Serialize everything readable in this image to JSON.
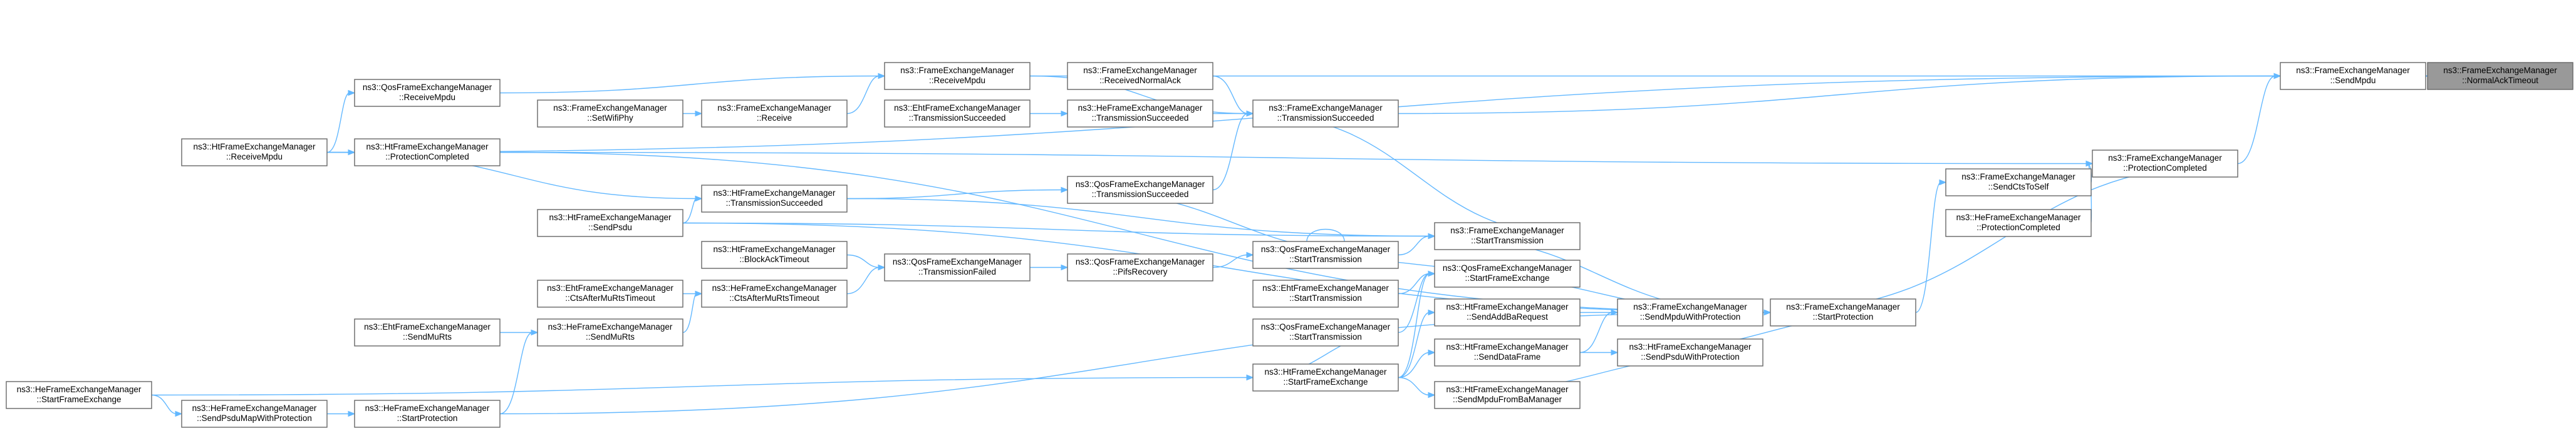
{
  "graph": {
    "nodes": [
      {
        "id": "n0",
        "lines": [
          "ns3::FrameExchangeManager",
          "::NormalAckTimeout"
        ],
        "highlight": true
      },
      {
        "id": "n1",
        "lines": [
          "ns3::FrameExchangeManager",
          "::SendMpdu"
        ]
      },
      {
        "id": "n2",
        "lines": [
          "ns3::FrameExchangeManager",
          "::TransmissionSucceeded"
        ]
      },
      {
        "id": "n3",
        "lines": [
          "ns3::FrameExchangeManager",
          "::ReceiveMpdu"
        ]
      },
      {
        "id": "n4",
        "lines": [
          "ns3::FrameExchangeManager",
          "::ReceivedNormalAck"
        ]
      },
      {
        "id": "n5",
        "lines": [
          "ns3::QosFrameExchangeManager",
          "::ReceiveMpdu"
        ]
      },
      {
        "id": "n6",
        "lines": [
          "ns3::FrameExchangeManager",
          "::Receive"
        ]
      },
      {
        "id": "n7",
        "lines": [
          "ns3::FrameExchangeManager",
          "::SetWifiPhy"
        ]
      },
      {
        "id": "n8",
        "lines": [
          "ns3::HtFrameExchangeManager",
          "::ReceiveMpdu"
        ]
      },
      {
        "id": "n9",
        "lines": [
          "ns3::HeFrameExchangeManager",
          "::TransmissionSucceeded"
        ]
      },
      {
        "id": "n10",
        "lines": [
          "ns3::EhtFrameExchangeManager",
          "::TransmissionSucceeded"
        ]
      },
      {
        "id": "n11",
        "lines": [
          "ns3::FrameExchangeManager",
          "::ProtectionCompleted"
        ]
      },
      {
        "id": "n12",
        "lines": [
          "ns3::HtFrameExchangeManager",
          "::ProtectionCompleted"
        ]
      },
      {
        "id": "n13",
        "lines": [
          "ns3::QosFrameExchangeManager",
          "::TransmissionSucceeded"
        ]
      },
      {
        "id": "n14",
        "lines": [
          "ns3::HtFrameExchangeManager",
          "::TransmissionSucceeded"
        ]
      },
      {
        "id": "n15",
        "lines": [
          "ns3::FrameExchangeManager",
          "::SendCtsToSelf"
        ]
      },
      {
        "id": "n16",
        "lines": [
          "ns3::HeFrameExchangeManager",
          "::ProtectionCompleted"
        ]
      },
      {
        "id": "n17",
        "lines": [
          "ns3::FrameExchangeManager",
          "::StartTransmission"
        ]
      },
      {
        "id": "n18",
        "lines": [
          "ns3::HtFrameExchangeManager",
          "::SendPsdu"
        ]
      },
      {
        "id": "n19",
        "lines": [
          "ns3::HtFrameExchangeManager",
          "::BlockAckTimeout"
        ]
      },
      {
        "id": "n20",
        "lines": [
          "ns3::QosFrameExchangeManager",
          "::TransmissionFailed"
        ]
      },
      {
        "id": "n21",
        "lines": [
          "ns3::QosFrameExchangeManager",
          "::PifsRecovery"
        ]
      },
      {
        "id": "n22",
        "lines": [
          "ns3::QosFrameExchangeManager",
          "::StartTransmission"
        ]
      },
      {
        "id": "n23",
        "lines": [
          "ns3::QosFrameExchangeManager",
          "::StartFrameExchange"
        ]
      },
      {
        "id": "n24",
        "lines": [
          "ns3::EhtFrameExchangeManager",
          "::StartTransmission"
        ]
      },
      {
        "id": "n25",
        "lines": [
          "ns3::EhtFrameExchangeManager",
          "::CtsAfterMuRtsTimeout"
        ]
      },
      {
        "id": "n26",
        "lines": [
          "ns3::HeFrameExchangeManager",
          "::CtsAfterMuRtsTimeout"
        ]
      },
      {
        "id": "n27",
        "lines": [
          "ns3::FrameExchangeManager",
          "::SendMpduWithProtection"
        ]
      },
      {
        "id": "n28",
        "lines": [
          "ns3::FrameExchangeManager",
          "::StartProtection"
        ]
      },
      {
        "id": "n29",
        "lines": [
          "ns3::HtFrameExchangeManager",
          "::SendAddBaRequest"
        ]
      },
      {
        "id": "n30",
        "lines": [
          "ns3::QosFrameExchangeManager",
          "::StartTransmission"
        ]
      },
      {
        "id": "n31",
        "lines": [
          "ns3::EhtFrameExchangeManager",
          "::SendMuRts"
        ]
      },
      {
        "id": "n32",
        "lines": [
          "ns3::HeFrameExchangeManager",
          "::SendMuRts"
        ]
      },
      {
        "id": "n33",
        "lines": [
          "ns3::HtFrameExchangeManager",
          "::SendDataFrame"
        ]
      },
      {
        "id": "n34",
        "lines": [
          "ns3::HtFrameExchangeManager",
          "::SendPsduWithProtection"
        ]
      },
      {
        "id": "n35",
        "lines": [
          "ns3::HeFrameExchangeManager",
          "::StartFrameExchange"
        ]
      },
      {
        "id": "n36",
        "lines": [
          "ns3::HtFrameExchangeManager",
          "::StartFrameExchange"
        ]
      },
      {
        "id": "n37",
        "lines": [
          "ns3::HtFrameExchangeManager",
          "::SendMpduFromBaManager"
        ]
      },
      {
        "id": "n38",
        "lines": [
          "ns3::HeFrameExchangeManager",
          "::SendPsduMapWithProtection"
        ]
      },
      {
        "id": "n39",
        "lines": [
          "ns3::HeFrameExchangeManager",
          "::StartProtection"
        ]
      }
    ],
    "colors": {
      "edge": "#63b8ff",
      "node_border": "#666666",
      "node_fill": "#ffffff",
      "highlight_fill": "#999999"
    }
  }
}
